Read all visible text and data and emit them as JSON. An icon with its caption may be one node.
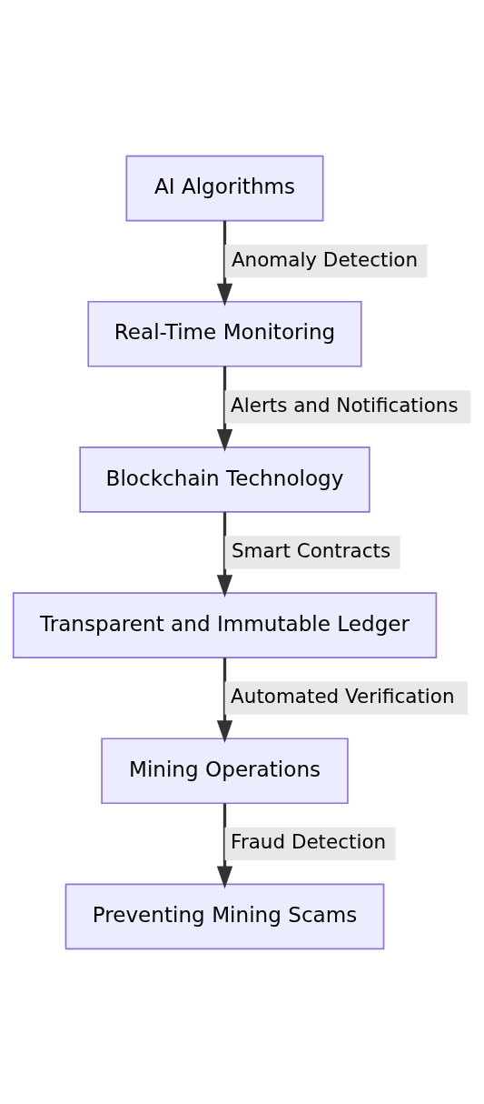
{
  "diagram": {
    "nodes": [
      {
        "text": [
          "AI Algorithms"
        ]
      },
      {
        "text": [
          "Real-Time Monitoring"
        ]
      },
      {
        "text": [
          "Blockchain Technology"
        ]
      },
      {
        "text": [
          "Transparent and Immutable Ledger"
        ]
      },
      {
        "text": [
          "Mining Operations"
        ]
      },
      {
        "text": [
          "Preventing Mining Scams"
        ]
      }
    ],
    "edges": [
      {
        "from": 0,
        "to": 1,
        "arrow": "to",
        "label": "Anomaly Detection"
      },
      {
        "from": 1,
        "to": 2,
        "arrow": "to",
        "label": "Alerts and Notifications"
      },
      {
        "from": 2,
        "to": 3,
        "arrow": "to",
        "label": "Smart Contracts"
      },
      {
        "from": 3,
        "to": 4,
        "arrow": "to",
        "label": "Automated Verification"
      },
      {
        "from": 4,
        "to": 5,
        "arrow": "to",
        "label": "Fraud Detection"
      }
    ]
  }
}
